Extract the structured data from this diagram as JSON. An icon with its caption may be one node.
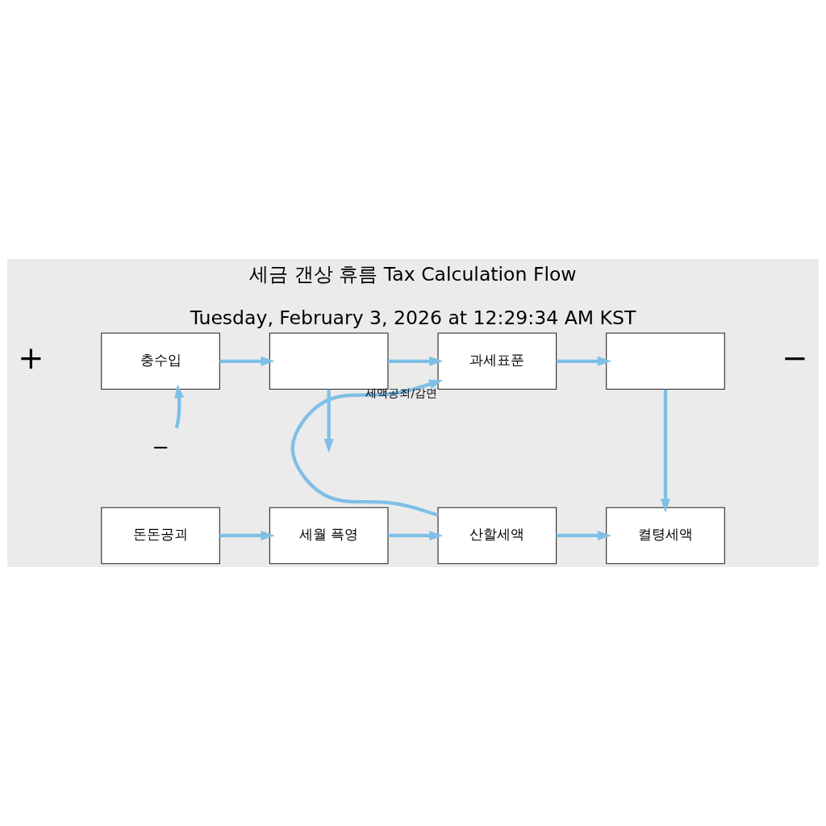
{
  "diagram": {
    "title": "세금 갠상 휴름 Tax Calculation Flow",
    "caption": "Tuesday, February 3, 2026 at 12:29:34 AM KST",
    "nodes": [
      {
        "text": [
          "충수입"
        ]
      },
      {
        "text": [],
        "shape": "box"
      },
      {
        "text": [
          "과세표푼"
        ]
      },
      {
        "text": [],
        "shape": "box"
      },
      {
        "text": [
          "돈돈공괴"
        ]
      },
      {
        "text": [
          "세월 픅영"
        ]
      },
      {
        "text": [
          "산할세액"
        ]
      },
      {
        "text": [
          "켤텽세액"
        ]
      },
      {
        "text": [
          "−"
        ]
      }
    ],
    "edges": [
      {
        "from": 0,
        "to": 1,
        "arrow": "to"
      },
      {
        "from": 1,
        "to": 2,
        "arrow": "to"
      },
      {
        "from": 2,
        "to": 3,
        "arrow": "to"
      },
      {
        "from": 8,
        "to": 0,
        "arrow": "to"
      },
      {
        "from": 1,
        "to": null,
        "arrow": "to"
      },
      {
        "from": 6,
        "to": 2,
        "arrow": "to",
        "label": "세액공죄/감면"
      },
      {
        "from": 3,
        "to": 7,
        "arrow": "to"
      },
      {
        "from": 4,
        "to": 5,
        "arrow": "to"
      },
      {
        "from": 5,
        "to": 6,
        "arrow": "to"
      },
      {
        "from": 6,
        "to": 7,
        "arrow": "to"
      }
    ],
    "labels": [
      "+",
      "−"
    ]
  }
}
